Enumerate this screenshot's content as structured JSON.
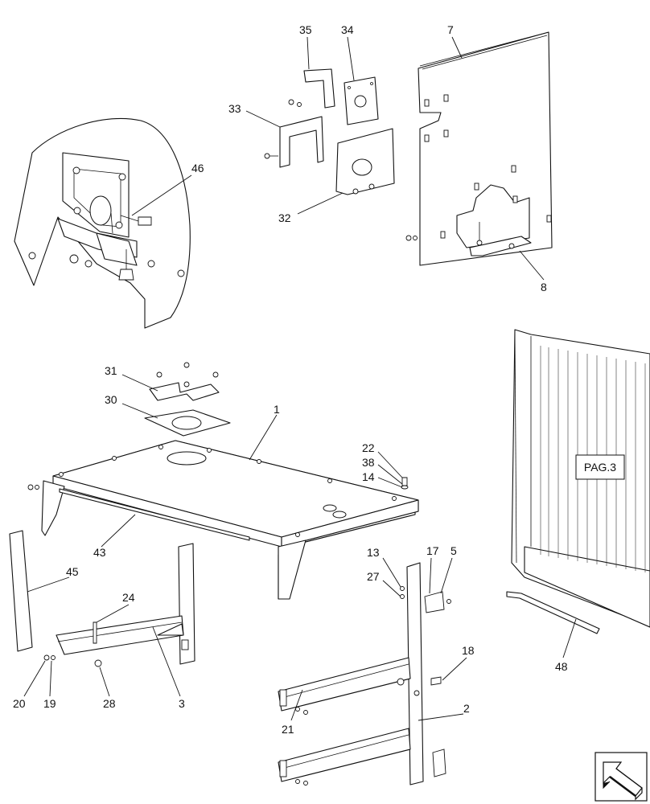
{
  "diagram": {
    "page_reference": "PAG.3",
    "callouts": [
      {
        "label": "35"
      },
      {
        "label": "34"
      },
      {
        "label": "7"
      },
      {
        "label": "33"
      },
      {
        "label": "46"
      },
      {
        "label": "32"
      },
      {
        "label": "8"
      },
      {
        "label": "31"
      },
      {
        "label": "30"
      },
      {
        "label": "1"
      },
      {
        "label": "22"
      },
      {
        "label": "38"
      },
      {
        "label": "14"
      },
      {
        "label": "43"
      },
      {
        "label": "13"
      },
      {
        "label": "17"
      },
      {
        "label": "5"
      },
      {
        "label": "27"
      },
      {
        "label": "45"
      },
      {
        "label": "24"
      },
      {
        "label": "18"
      },
      {
        "label": "20"
      },
      {
        "label": "19"
      },
      {
        "label": "28"
      },
      {
        "label": "3"
      },
      {
        "label": "21"
      },
      {
        "label": "2"
      },
      {
        "label": "48"
      }
    ]
  },
  "nav": {
    "icon": "navigation-arrow-icon"
  }
}
